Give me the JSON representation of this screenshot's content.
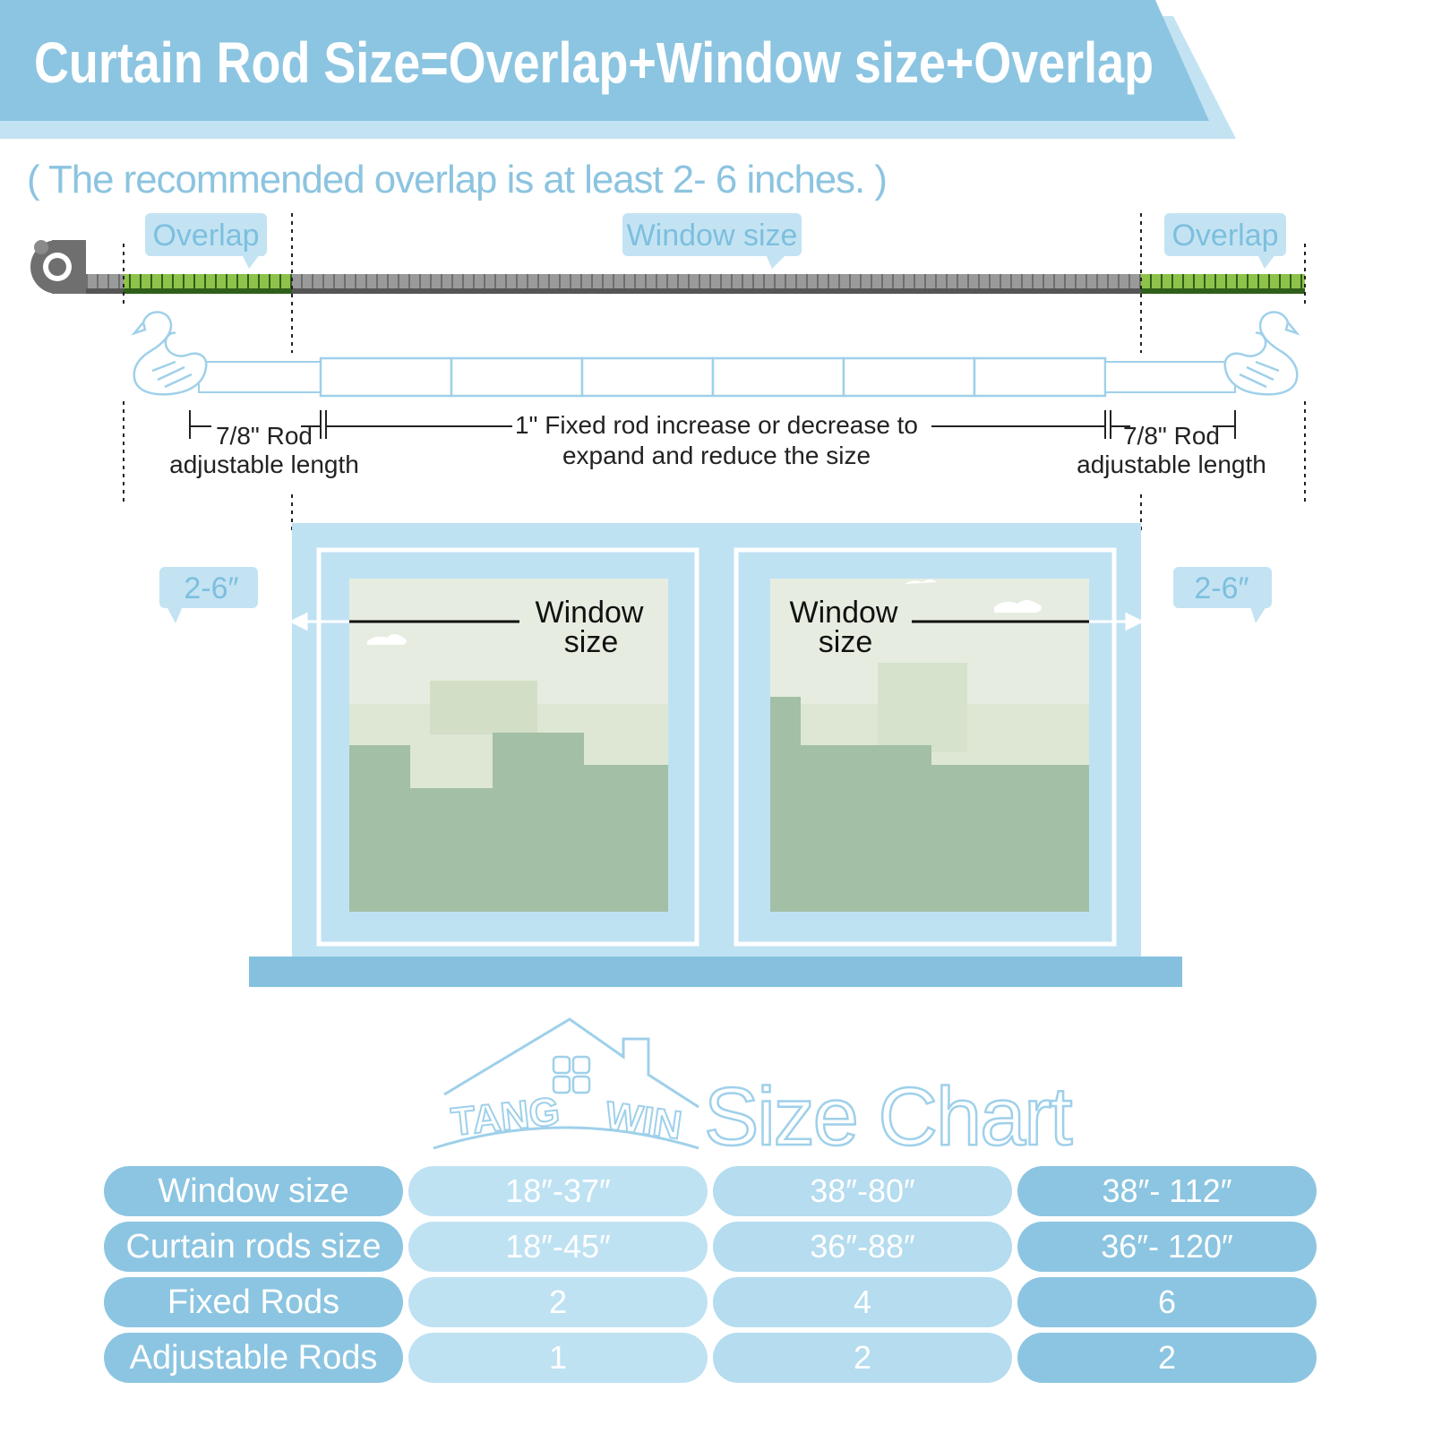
{
  "header": {
    "title": "Curtain Rod Size=Overlap+Window size+Overlap",
    "subtitle": "( The recommended overlap is at least 2- 6 inches. )"
  },
  "diagram": {
    "overlap_left": "Overlap",
    "window_size_callout": "Window size",
    "overlap_right": "Overlap",
    "adjustable_left_line1": "7/8\"  Rod",
    "adjustable_left_line2": "adjustable length",
    "fixed_line1": "1\" Fixed rod  increase or decrease to",
    "fixed_line2": "expand and reduce the size",
    "adjustable_right_line1": "7/8\"  Rod",
    "adjustable_right_line2": "adjustable length",
    "side_left": "2-6″",
    "side_right": "2-6″",
    "window_left_line1": "Window",
    "window_left_line2": "size",
    "window_right_line1": "Window",
    "window_right_line2": "size"
  },
  "brand": {
    "name_left": "TANG",
    "name_right": "WIN",
    "chart_title": "Size Chart"
  },
  "table": {
    "rows": [
      {
        "label": "Window size",
        "values": [
          "18″-37″",
          "38″-80″",
          "38″- 112″"
        ]
      },
      {
        "label": "Curtain rods size",
        "values": [
          "18″-45″",
          "36″-88″",
          "36″- 120″"
        ]
      },
      {
        "label": "Fixed Rods",
        "values": [
          "2",
          "4",
          "6"
        ]
      },
      {
        "label": "Adjustable Rods",
        "values": [
          "1",
          "2",
          "2"
        ]
      }
    ]
  },
  "colors": {
    "banner": "#8cc5e1",
    "banner_back": "#bfe2f3",
    "frame": "#bfe2f3",
    "sill": "#85c1df",
    "overlap_green": "#7fae3a",
    "tape_gray": "#8a8a8a"
  }
}
